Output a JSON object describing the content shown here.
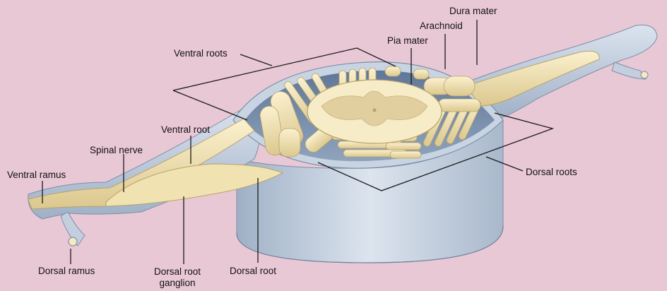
{
  "labels": {
    "dura_mater": "Dura mater",
    "arachnoid": "Arachnoid",
    "pia_mater": "Pia mater",
    "ventral_roots": "Ventral roots",
    "ventral_root": "Ventral root",
    "spinal_nerve": "Spinal nerve",
    "ventral_ramus": "Ventral ramus",
    "dorsal_ramus": "Dorsal ramus",
    "dorsal_root_ganglion_line1": "Dorsal root",
    "dorsal_root_ganglion_line2": "ganglion",
    "dorsal_root": "Dorsal root",
    "dorsal_roots": "Dorsal roots"
  },
  "colors": {
    "background": "#e9c8d6",
    "dura": "#c9d4e2",
    "dura_shadow": "#9fb0c6",
    "cavity": "#6f86a6",
    "nerve": "#f3e6b8",
    "nerve_shadow": "#d7c48b",
    "grey_matter": "#ddc99a",
    "leader_line": "#1a1a1a"
  }
}
